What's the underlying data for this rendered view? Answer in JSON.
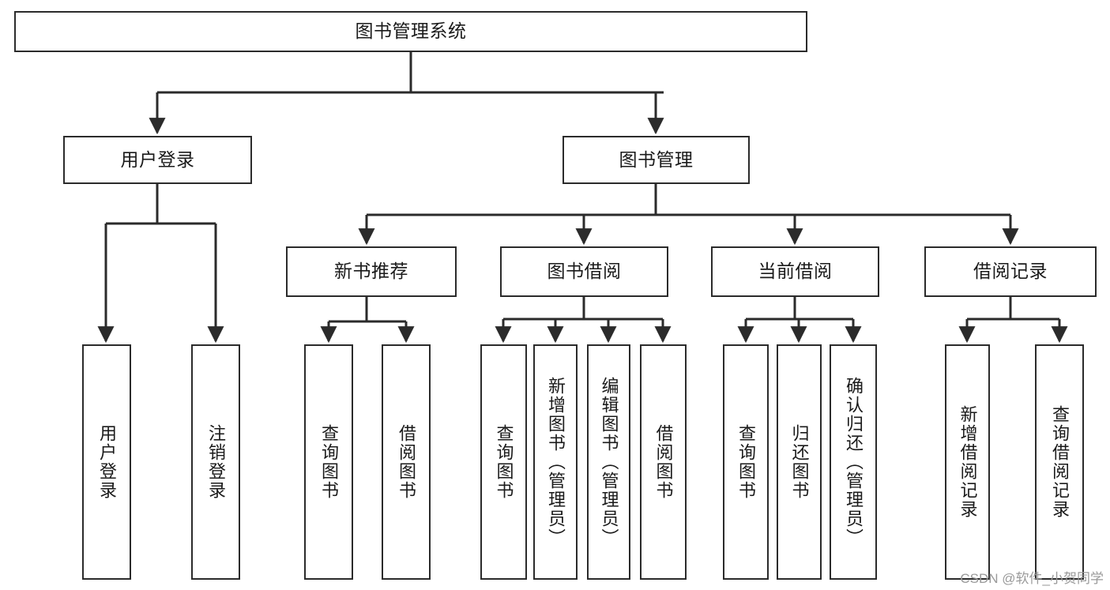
{
  "diagram": {
    "title": "图书管理系统",
    "type": "tree-hierarchy-diagram",
    "root": {
      "label": "图书管理系统"
    },
    "level2": [
      {
        "label": "用户登录"
      },
      {
        "label": "图书管理"
      }
    ],
    "level3": [
      {
        "label": "新书推荐"
      },
      {
        "label": "图书借阅"
      },
      {
        "label": "当前借阅"
      },
      {
        "label": "借阅记录"
      }
    ],
    "leaves": {
      "user_login": [
        {
          "label": "用户登录"
        },
        {
          "label": "注销登录"
        }
      ],
      "new_book_recommend": [
        {
          "label": "查询图书"
        },
        {
          "label": "借阅图书"
        }
      ],
      "book_borrow": [
        {
          "label": "查询图书"
        },
        {
          "label": "新增图书（管理员）"
        },
        {
          "label": "编辑图书（管理员）"
        },
        {
          "label": "借阅图书"
        }
      ],
      "current_borrow": [
        {
          "label": "查询图书"
        },
        {
          "label": "归还图书"
        },
        {
          "label": "确认归还（管理员）"
        }
      ],
      "borrow_record": [
        {
          "label": "新增借阅记录"
        },
        {
          "label": "查询借阅记录"
        }
      ]
    },
    "colors": {
      "stroke": "#2b2b2b",
      "fill": "#ffffff",
      "text": "#1a1a1a",
      "watermark": "#9a9a9a"
    }
  },
  "watermark": {
    "text": "CSDN @软件_小贺同学"
  }
}
